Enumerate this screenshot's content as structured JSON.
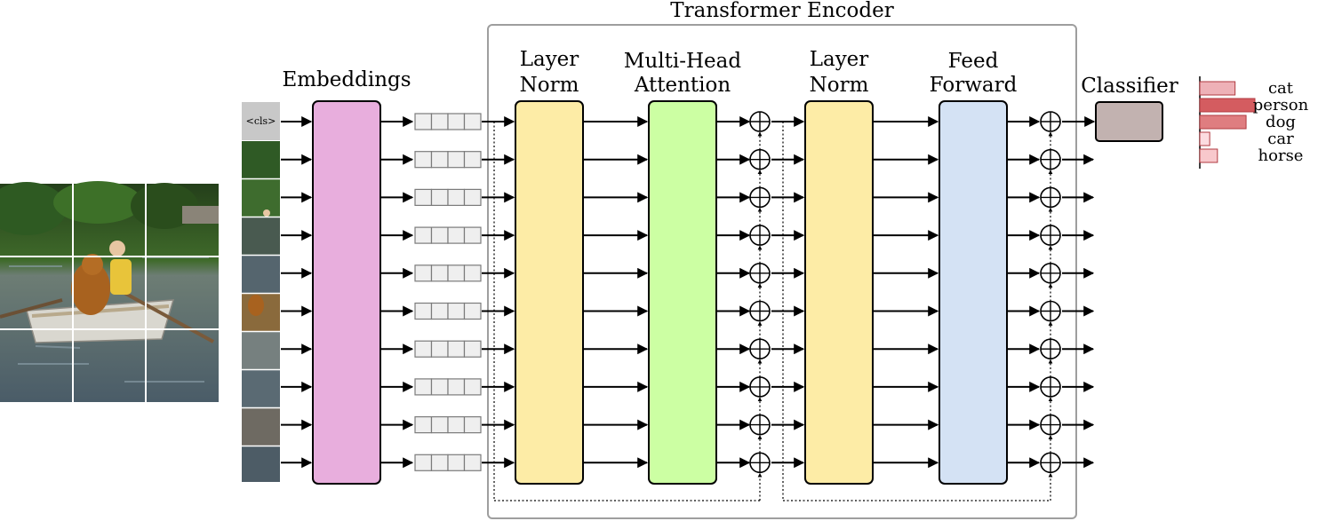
{
  "diagram": {
    "title": "Transformer Encoder",
    "blocks": {
      "embeddings": "Embeddings",
      "layer_norm_1": [
        "Layer",
        "Norm"
      ],
      "attention": [
        "Multi-Head",
        "Attention"
      ],
      "layer_norm_2": [
        "Layer",
        "Norm"
      ],
      "feed_forward": [
        "Feed",
        "Forward"
      ],
      "classifier": "Classifier"
    },
    "cls_token": "<cls>",
    "patch_count": 9,
    "grid": "3x3",
    "colors": {
      "embeddings": "#e8aedd",
      "layer_norm": "#fdeca6",
      "attention": "#ccffa3",
      "feed_forward": "#d4e2f4",
      "classifier": "#c2b2b0",
      "cls_token": "#c8c8c8",
      "encoder_frame": "#9e9e9e"
    }
  },
  "chart_data": {
    "type": "bar",
    "orientation": "horizontal",
    "categories": [
      "cat",
      "person",
      "dog",
      "car",
      "horse"
    ],
    "values": [
      0.32,
      0.5,
      0.42,
      0.09,
      0.16
    ],
    "colors": [
      "#eeb1b7",
      "#d45c60",
      "#df7d80",
      "#fcdce0",
      "#f8c8cc"
    ],
    "title": "",
    "xlabel": "",
    "ylabel": ""
  }
}
